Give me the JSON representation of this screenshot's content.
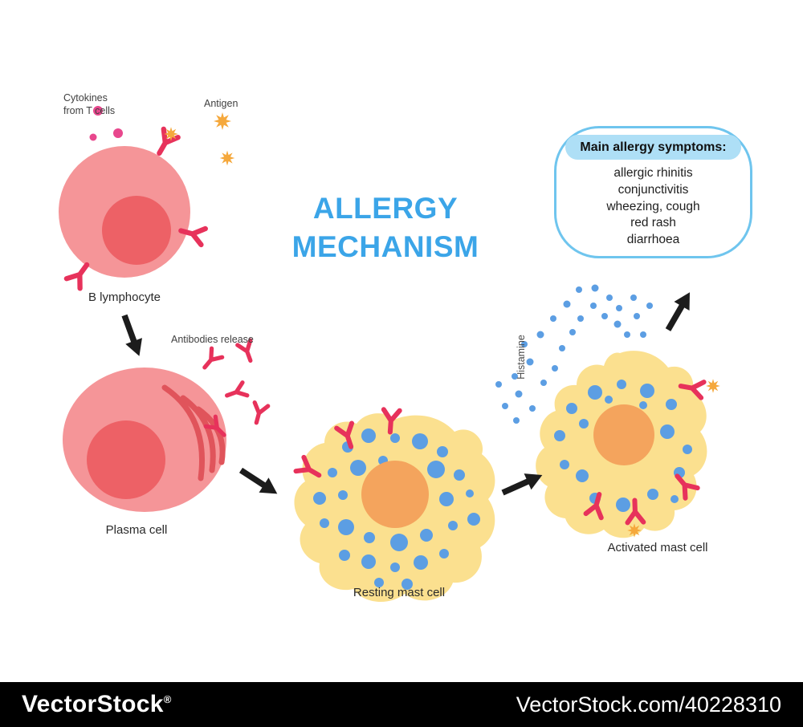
{
  "title": {
    "line1": "ALLERGY",
    "line2": "MECHANISM"
  },
  "labels": {
    "cytokines": "Cytokines\nfrom T cells",
    "antigen": "Antigen",
    "b_lymphocyte": "B lymphocyte",
    "antibodies_release": "Antibodies release",
    "plasma_cell": "Plasma cell",
    "resting_mast_cell": "Resting mast cell",
    "activated_mast_cell": "Activated mast cell",
    "histamine": "Histamine"
  },
  "symptoms_box": {
    "header": "Main allergy symptoms:",
    "items": [
      "allergic rhinitis",
      "conjunctivitis",
      "wheezing, cough",
      "red rash",
      "diarrhoea"
    ]
  },
  "watermark": {
    "brand": "VectorStock",
    "registered_mark": "®",
    "credit": "VectorStock.com/40228310"
  },
  "colors": {
    "title_blue": "#3BA5E8",
    "cell_pink": "#F59598",
    "nucleus_red": "#ED6166",
    "antibody_red": "#E7325B",
    "cytokine_pink": "#E8478D",
    "antigen_orange": "#F5A83C",
    "mast_cell_yellow": "#FBE08F",
    "mast_nucleus_orange": "#F4A45D",
    "granule_blue": "#5C9EE3",
    "box_border_blue": "#6FC5EE",
    "box_header_bg": "#AEDFF6",
    "arrow_black": "#1C1C1C",
    "watermark_bar_bg": "#000000"
  }
}
